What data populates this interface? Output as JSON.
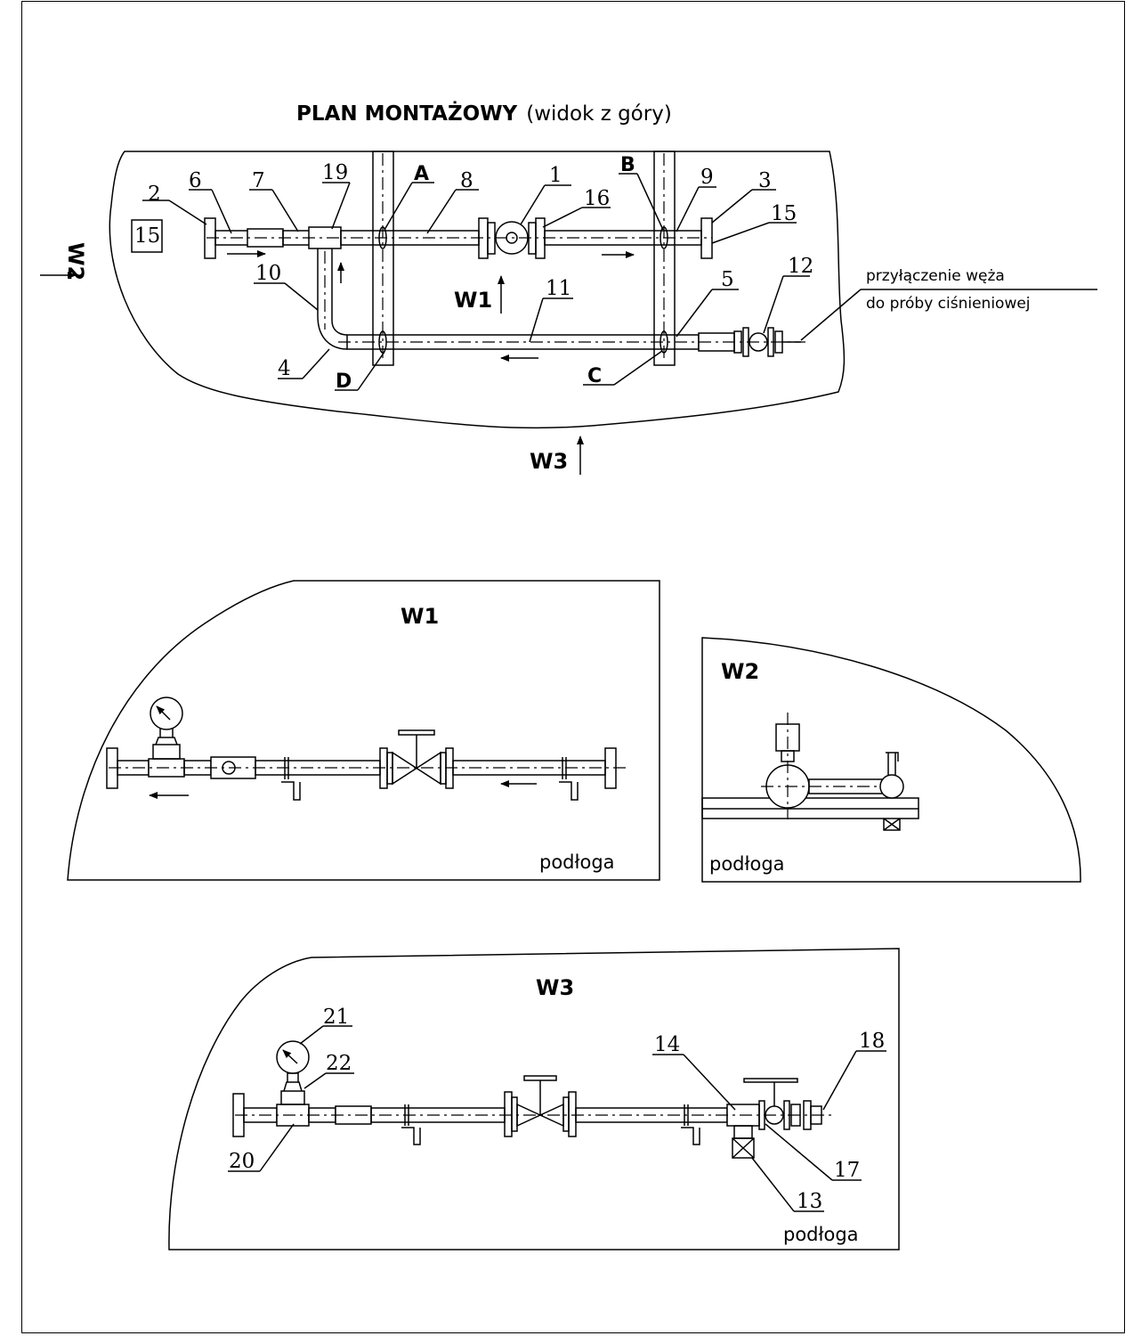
{
  "plan": {
    "title_bold": "PLAN MONTAŻOWY",
    "title_normal": "(widok z góry)",
    "view_markers": {
      "w1": "W1",
      "w2": "W2",
      "w3": "W3"
    },
    "points": {
      "a": "A",
      "b": "B",
      "c": "C",
      "d": "D"
    },
    "numbers": {
      "n1": "1",
      "n2": "2",
      "n3": "3",
      "n4": "4",
      "n5": "5",
      "n6": "6",
      "n7": "7",
      "n8": "8",
      "n9": "9",
      "n10": "10",
      "n11": "11",
      "n12": "12",
      "n15a": "15",
      "n15b": "15",
      "n16": "16",
      "n19": "19"
    },
    "hose_note_line1": "przyłączenie węża",
    "hose_note_line2": "do próby ciśnieniowej"
  },
  "w1": {
    "title": "W1",
    "floor": "podłoga"
  },
  "w2": {
    "title": "W2",
    "floor": "podłoga"
  },
  "w3": {
    "title": "W3",
    "floor": "podłoga",
    "numbers": {
      "n13": "13",
      "n14": "14",
      "n17": "17",
      "n18": "18",
      "n20": "20",
      "n21": "21",
      "n22": "22"
    }
  }
}
